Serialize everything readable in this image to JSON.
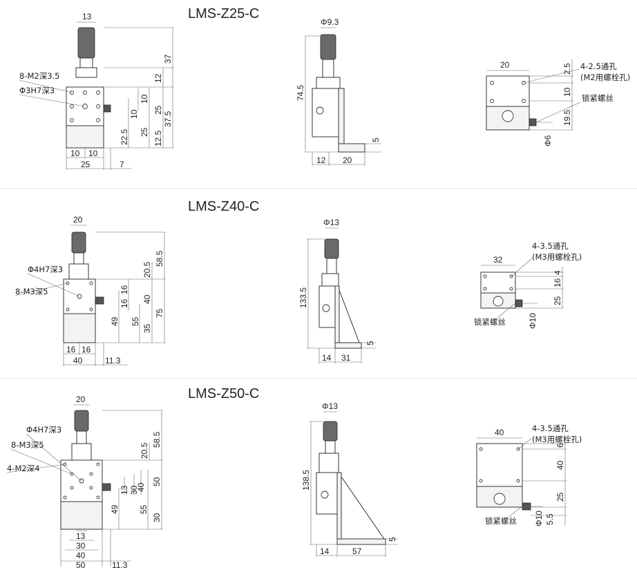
{
  "sections": [
    {
      "title": "LMS-Z25-C",
      "front": {
        "top_width": "13",
        "hole_note_a": "8-M2深3.5",
        "hole_note_b": "Φ3H7深3",
        "r1": "37",
        "r2": "12",
        "r3": "10",
        "r4": "10",
        "r5": "25",
        "r6": "37.5",
        "r7": "22.5",
        "r8": "25",
        "r9": "12.5",
        "b1": "10",
        "b2": "10",
        "b3": "25",
        "b4": "7"
      },
      "side": {
        "dia": "Φ9.3",
        "height": "74.5",
        "b1": "12",
        "b2": "20",
        "r1": "5"
      },
      "top": {
        "width": "20",
        "hole_note": "4-2.5通孔",
        "hole_sub": "(M2用螺栓孔)",
        "lock": "锁紧螺丝",
        "r1": "2.5",
        "r2": "10",
        "r3": "19.5",
        "r4": "Φ6"
      }
    },
    {
      "title": "LMS-Z40-C",
      "front": {
        "top_width": "20",
        "hole_note_a": "Φ4H7深3",
        "hole_note_b": "8-M3深5",
        "r1": "58.5",
        "r2": "20.5",
        "r3": "16",
        "r4": "16",
        "r5": "40",
        "r6": "75",
        "r7": "49",
        "r8": "55",
        "r9": "35",
        "b1": "16",
        "b2": "16",
        "b3": "40",
        "b4": "11.3"
      },
      "side": {
        "dia": "Φ13",
        "height": "133.5",
        "b1": "14",
        "b2": "31",
        "r1": "5"
      },
      "top": {
        "width": "32",
        "hole_note": "4-3.5通孔",
        "hole_sub": "(M3用螺栓孔)",
        "lock": "锁紧螺丝",
        "r1": "4",
        "r2": "16",
        "r3": "25",
        "r4": "Φ10"
      }
    },
    {
      "title": "LMS-Z50-C",
      "front": {
        "top_width": "20",
        "hole_note_a": "Φ4H7深3",
        "hole_note_b": "8-M3深5",
        "hole_note_c": "4-M2深4",
        "r1": "58.5",
        "r2": "20.5",
        "r3": "13",
        "r4": "30",
        "r5": "40",
        "r6": "50",
        "r7": "49",
        "r8": "55",
        "r9": "30",
        "b1": "13",
        "b2": "30",
        "b3": "40",
        "b4": "50",
        "b5": "11.3"
      },
      "side": {
        "dia": "Φ13",
        "height": "138.5",
        "b1": "14",
        "b2": "57",
        "r1": "5"
      },
      "top": {
        "width": "40",
        "hole_note": "4-3.5通孔",
        "hole_sub": "(M3用螺栓孔)",
        "lock": "锁紧螺丝",
        "r1": "6",
        "r2": "40",
        "r3": "25",
        "r4": "Φ10",
        "r5": "5.5"
      }
    }
  ]
}
